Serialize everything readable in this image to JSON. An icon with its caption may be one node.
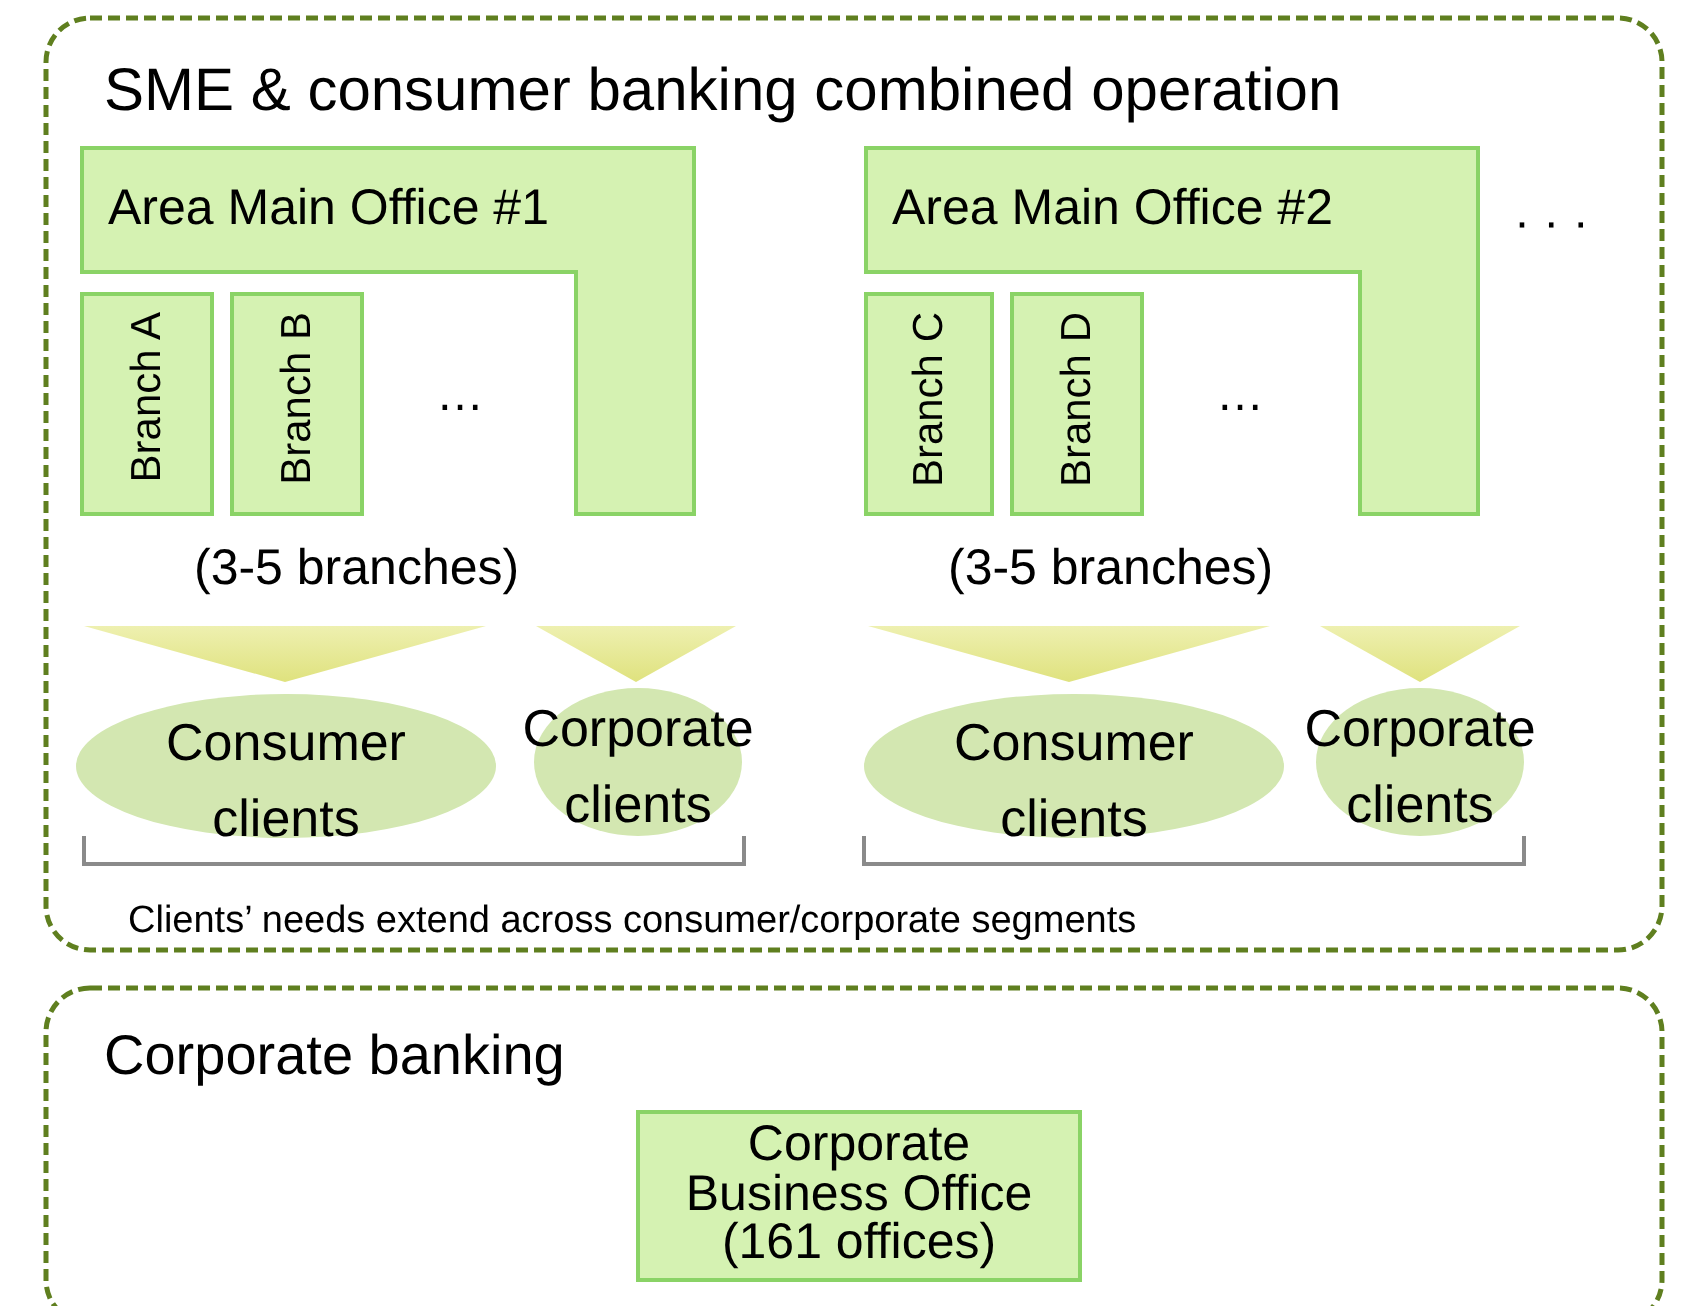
{
  "diagram": {
    "nodes": [
      {
        "text": [
          "SME & consumer banking combined operation"
        ]
      },
      {
        "text": [
          "Area Main Office #1"
        ],
        "in": 0
      },
      {
        "text": [
          "Branch A"
        ],
        "in": 0
      },
      {
        "text": [
          "Branch B"
        ],
        "in": 0
      },
      {
        "text": [
          "Area Main Office #2"
        ],
        "in": 0
      },
      {
        "text": [
          "Branch C"
        ],
        "in": 0
      },
      {
        "text": [
          "Branch D"
        ],
        "in": 0
      },
      {
        "text": [],
        "shape": "triangle",
        "in": 0
      },
      {
        "text": [],
        "shape": "triangle",
        "in": 0
      },
      {
        "text": [],
        "shape": "triangle",
        "in": 0
      },
      {
        "text": [],
        "shape": "triangle",
        "in": 0
      },
      {
        "text": [
          "Consumer clients"
        ],
        "in": 0
      },
      {
        "text": [
          "Corporate clients"
        ],
        "in": 0
      },
      {
        "text": [
          "Consumer clients"
        ],
        "in": 0
      },
      {
        "text": [
          "Corporate clients"
        ],
        "in": 0
      },
      {
        "text": [
          "Corporate banking"
        ]
      },
      {
        "text": [
          "Corporate Business Office (161 offices)"
        ],
        "in": 15
      }
    ],
    "labels": [
      "· · ·",
      "…",
      "(3-5 branches)",
      "…",
      "(3-5 branches)",
      "Clients’ needs extend across consumer/corporate segments"
    ]
  }
}
